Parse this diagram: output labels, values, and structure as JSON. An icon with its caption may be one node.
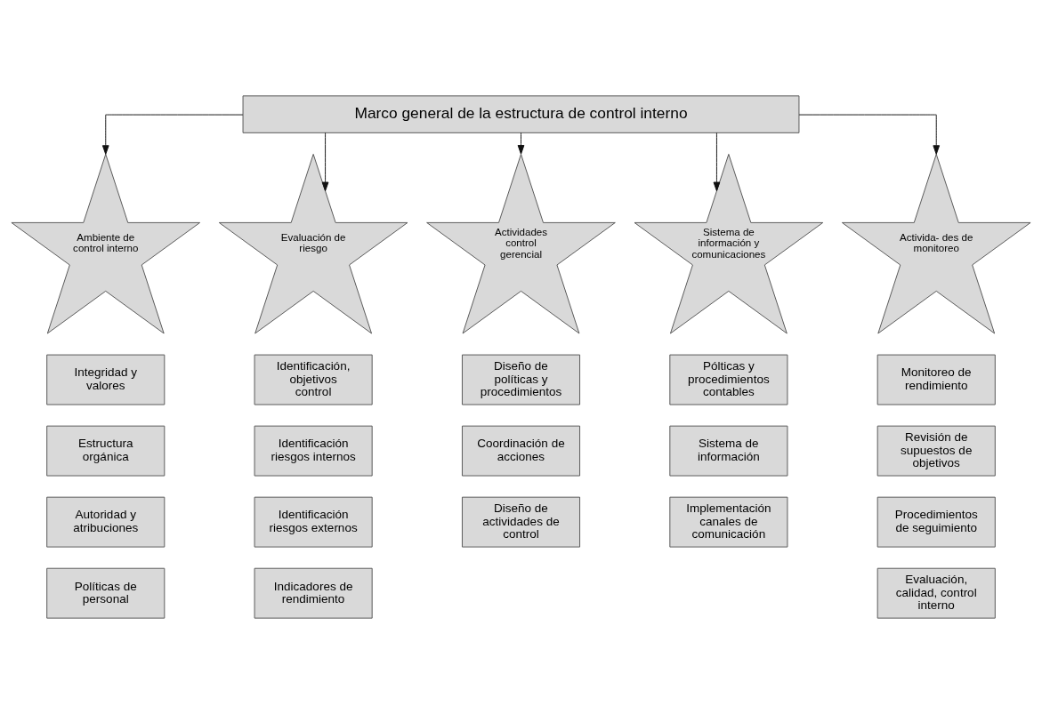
{
  "diagram": {
    "nodes": [
      {
        "text": [
          "Marco general de la estructura de control interno"
        ]
      },
      {
        "text": [
          "Ambiente de control interno"
        ]
      },
      {
        "text": [
          "Evaluación de riesgo"
        ]
      },
      {
        "text": [
          "Actividades control gerencial"
        ]
      },
      {
        "text": [
          "Sistema de información y comunicaciones"
        ]
      },
      {
        "text": [
          "Activida- des de monitoreo"
        ]
      },
      {
        "text": [
          "Integridad y valores"
        ]
      },
      {
        "text": [
          "Estructura orgánica"
        ]
      },
      {
        "text": [
          "Autoridad y atribuciones"
        ]
      },
      {
        "text": [
          "Políticas de personal"
        ]
      },
      {
        "text": [
          "Identificación, objetivos control"
        ]
      },
      {
        "text": [
          "Identificación riesgos internos"
        ]
      },
      {
        "text": [
          "Identificación riesgos externos"
        ]
      },
      {
        "text": [
          "Indicadores de rendimiento"
        ]
      },
      {
        "text": [
          "Diseño de políticas y procedimientos"
        ]
      },
      {
        "text": [
          "Coordinación de acciones"
        ]
      },
      {
        "text": [
          "Diseño de actividades de control"
        ]
      },
      {
        "text": [
          "Pólticas y procedimientos contables"
        ]
      },
      {
        "text": [
          "Sistema de información"
        ]
      },
      {
        "text": [
          "Implementación canales de comunicación"
        ]
      },
      {
        "text": [
          "Monitoreo de rendimiento"
        ]
      },
      {
        "text": [
          "Revisión de supuestos de objetivos"
        ]
      },
      {
        "text": [
          "Procedimientos de seguimiento"
        ]
      },
      {
        "text": [
          "Evaluación, calidad, control interno"
        ]
      }
    ],
    "edges": [
      {
        "from": 0,
        "to": 1,
        "arrow": "to"
      },
      {
        "from": 0,
        "to": 2,
        "arrow": "to"
      },
      {
        "from": 0,
        "to": 3,
        "arrow": "to"
      },
      {
        "from": 0,
        "to": 4,
        "arrow": "to"
      },
      {
        "from": 0,
        "to": 5,
        "arrow": "to"
      }
    ]
  }
}
